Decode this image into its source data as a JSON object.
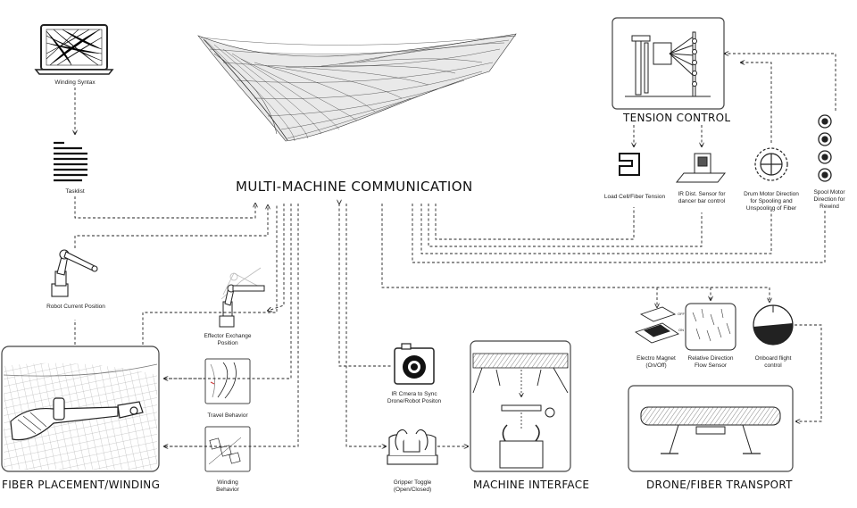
{
  "title": "MULTI-MACHINE COMMUNICATION",
  "sections": {
    "tension_control": "TENSION CONTROL",
    "fiber_placement": "FIBER PLACEMENT/WINDING",
    "machine_interface": "MACHINE INTERFACE",
    "drone_transport": "DRONE/FIBER TRANSPORT"
  },
  "labels": {
    "winding_syntax": "Winding Syntax",
    "tasklist": "Tasklist",
    "robot_position": "Robot Current Position",
    "effector_exchange_1": "Effector Exchange",
    "effector_exchange_2": "Position",
    "travel_behavior": "Travel Behavior",
    "winding_behavior_1": "Winding",
    "winding_behavior_2": "Behavior",
    "ir_camera_1": "IR Cmera to Sync",
    "ir_camera_2": "Drone/Robot Positon",
    "gripper_1": "Gripper Toggle",
    "gripper_2": "(Open/Closed)",
    "load_cell": "Load Cell/Fiber Tension",
    "ir_dist_1": "IR Dist. Sensor for",
    "ir_dist_2": "dancer bar control",
    "drum_motor_1": "Drum Motor Direction",
    "drum_motor_2": "for Spooling and",
    "drum_motor_3": "Unspooling of Fiber",
    "spool_motor_1": "Spool Motor",
    "spool_motor_2": "Direction for",
    "spool_motor_3": "Rewind",
    "electro_magnet_1": "Electro Magnet",
    "electro_magnet_2": "(On/Off)",
    "flow_sensor_1": "Relative Direction",
    "flow_sensor_2": "Flow Sensor",
    "flight_control_1": "Onboard flight",
    "flight_control_2": "control",
    "magnet_off": "OFF",
    "magnet_on": "ON"
  }
}
